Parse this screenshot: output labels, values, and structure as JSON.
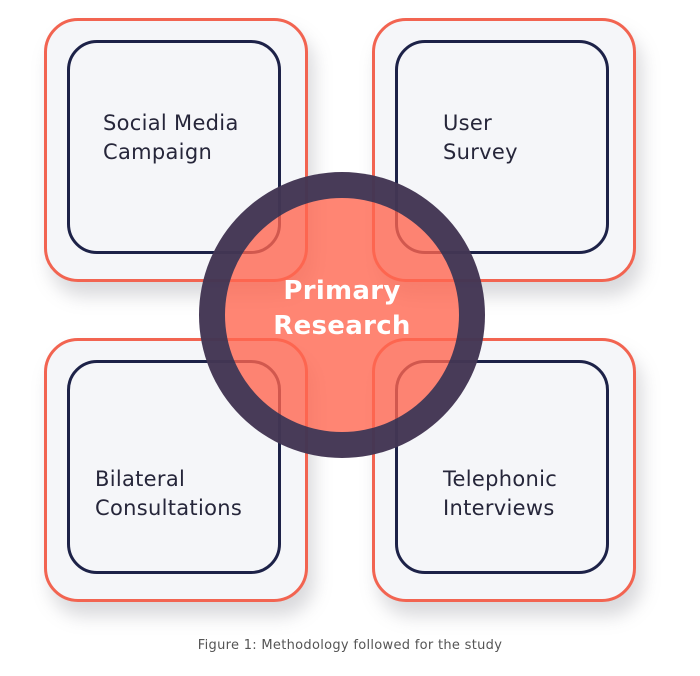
{
  "diagram": {
    "center": {
      "line1": "Primary",
      "line2": "Research",
      "text": "Primary\nResearch"
    },
    "boxes": [
      {
        "text": "Social Media\nCampaign"
      },
      {
        "text": "User\nSurvey"
      },
      {
        "text": "Bilateral\nConsultations"
      },
      {
        "text": "Telephonic\nInterviews"
      }
    ],
    "caption": "Figure 1: Methodology followed for the study"
  },
  "colors": {
    "outer_border": "#f26451",
    "inner_border": "#1d2248",
    "box_fill": "#f5f6f9",
    "circle_ring": "#2a3054",
    "circle_fill": "#ff6650",
    "center_text": "#ffffff"
  }
}
